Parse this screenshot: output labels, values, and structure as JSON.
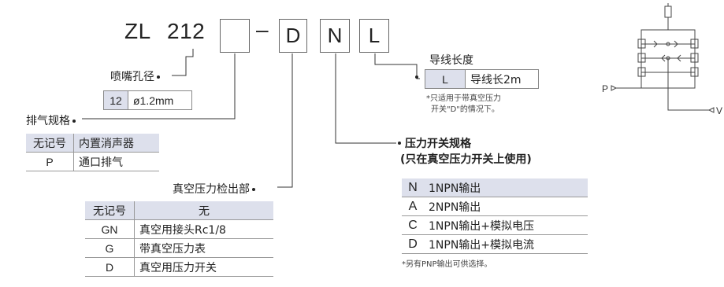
{
  "model": {
    "prefix": "ZL",
    "number": "212",
    "dash": "–",
    "code_d": "D",
    "code_n": "N",
    "code_l": "L"
  },
  "nozzle": {
    "title": "喷嘴孔径",
    "rows": [
      {
        "code": "12",
        "desc": "ø1.2mm"
      }
    ]
  },
  "exhaust": {
    "title": "排气规格",
    "rows": [
      {
        "code": "无记号",
        "desc": "内置消声器"
      },
      {
        "code": "P",
        "desc": "通口排气"
      }
    ]
  },
  "vacuum": {
    "title": "真空压力检出部",
    "rows": [
      {
        "code": "无记号",
        "desc": "无"
      },
      {
        "code": "GN",
        "desc": "真空用接头Rc1/8"
      },
      {
        "code": "G",
        "desc": "带真空压力表"
      },
      {
        "code": "D",
        "desc": "真空用压力开关"
      }
    ]
  },
  "lead": {
    "title": "导线长度",
    "rows": [
      {
        "code": "L",
        "desc": "导线长2m"
      }
    ],
    "note1": "*只适用于带真空压力",
    "note2": "开关\"D\"的情况下。"
  },
  "switch": {
    "title1": "压力开关规格",
    "title2": "(只在真空压力开关上使用)",
    "rows": [
      {
        "code": "N",
        "desc": "1NPN输出"
      },
      {
        "code": "A",
        "desc": "2NPN输出"
      },
      {
        "code": "C",
        "desc": "1NPN输出+模拟电压"
      },
      {
        "code": "D",
        "desc": "1NPN输出+模拟电流"
      }
    ],
    "note": "*另有PNP输出可供选择。"
  },
  "symbol": {
    "port_p": "P",
    "port_v": "V"
  }
}
